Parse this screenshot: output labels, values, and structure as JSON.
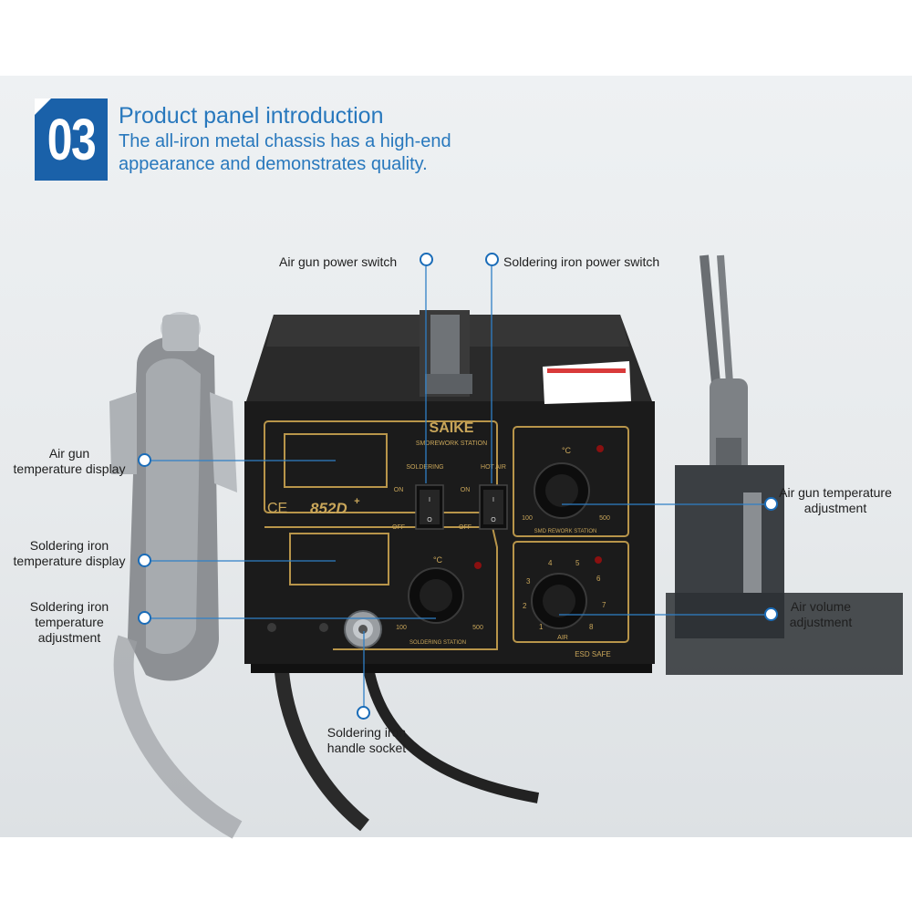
{
  "header": {
    "badge_number": "03",
    "title": "Product panel introduction",
    "subtitle": "The all-iron metal chassis has a high-end appearance and demonstrates quality."
  },
  "device": {
    "brand": "SAIKE",
    "brand_sub": "SMDREWORK STATION",
    "model": "852D",
    "model_sup": "+",
    "ce_mark": "CE",
    "switch_labels": {
      "soldering": "SOLDERING",
      "hot_air": "HOT AIR",
      "on": "ON",
      "off": "OFF"
    },
    "air_gun_knob": {
      "unit": "°C",
      "min": "100",
      "max": "500",
      "caption": "SMD REWORK STATION"
    },
    "iron_knob": {
      "unit": "°C",
      "min": "100",
      "max": "500",
      "caption": "SOLDERING STATION"
    },
    "air_knob": {
      "scale": [
        "1",
        "2",
        "3",
        "4",
        "5",
        "6",
        "7",
        "8"
      ],
      "caption": "AIR"
    },
    "esd_mark": "ESD SAFE"
  },
  "callouts": {
    "air_gun_power_switch": "Air gun power switch",
    "soldering_iron_power_switch": "Soldering iron power switch",
    "air_gun_temperature_display": [
      "Air gun",
      "temperature display"
    ],
    "soldering_iron_temperature_display": [
      "Soldering iron",
      "temperature display"
    ],
    "soldering_iron_temperature_adjustment": [
      "Soldering iron",
      "temperature",
      "adjustment"
    ],
    "air_gun_temperature_adjustment": [
      "Air gun temperature",
      "adjustment"
    ],
    "air_volume_adjustment": [
      "Air volume",
      "adjustment"
    ],
    "soldering_iron_handle_socket": [
      "Soldering iron",
      "handle socket"
    ]
  },
  "colors": {
    "accent": "#1a61a9",
    "callout_line": "#2f7fc6",
    "panel_gold": "#b8954a",
    "chassis": "#1b1b1b"
  }
}
